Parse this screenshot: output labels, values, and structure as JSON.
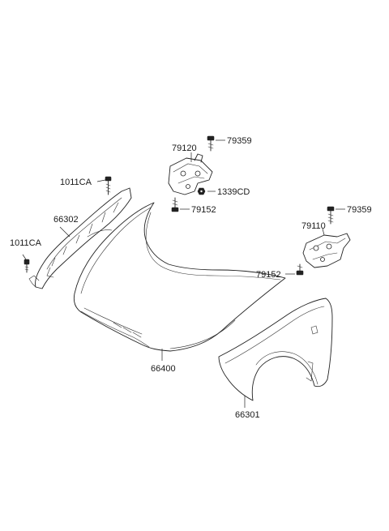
{
  "labels": {
    "bolt_top_right": "79359",
    "hinge_left": "79120",
    "nut_left": "1339CD",
    "bolt_left_hinge": "79152",
    "bolt_mid_right": "79359",
    "hinge_right": "79110",
    "bolt_right_hinge": "79152",
    "screw_top": "1011CA",
    "screw_side": "1011CA",
    "seal_strip": "66302",
    "hood_panel": "66400",
    "fender_panel": "66301"
  }
}
